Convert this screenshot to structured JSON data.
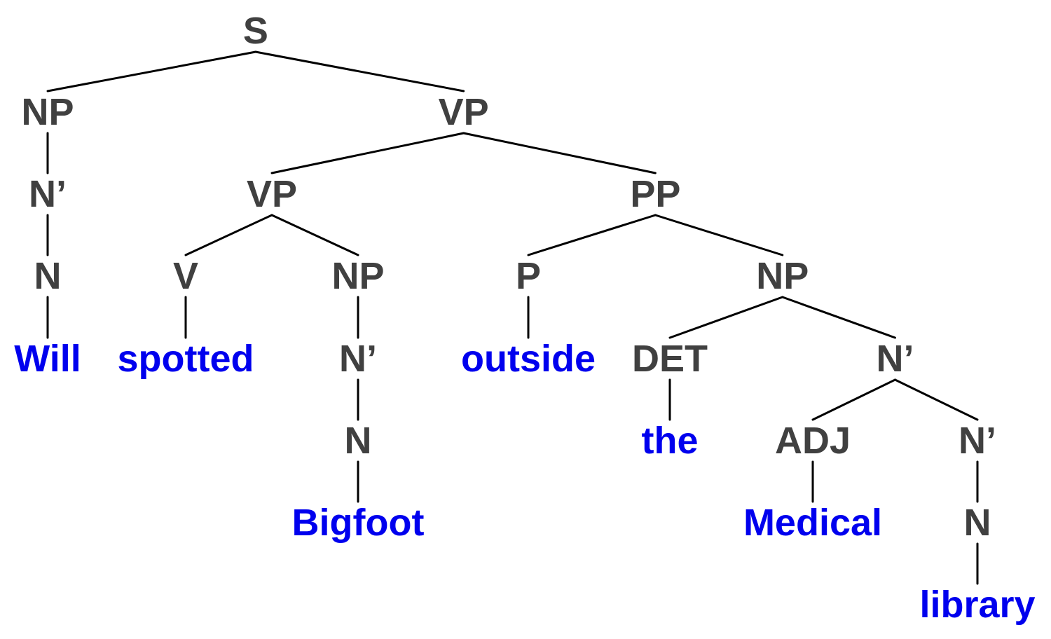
{
  "colors": {
    "category": "#404040",
    "word": "#0000ee",
    "edge": "#000000"
  },
  "tree": {
    "label": "S",
    "kind": "category",
    "children": [
      {
        "label": "NP",
        "kind": "category",
        "children": [
          {
            "label": "N’",
            "kind": "category",
            "children": [
              {
                "label": "N",
                "kind": "category",
                "children": [
                  {
                    "label": "Will",
                    "kind": "word"
                  }
                ]
              }
            ]
          }
        ]
      },
      {
        "label": "VP",
        "kind": "category",
        "children": [
          {
            "label": "VP",
            "kind": "category",
            "children": [
              {
                "label": "V",
                "kind": "category",
                "children": [
                  {
                    "label": "spotted",
                    "kind": "word"
                  }
                ]
              },
              {
                "label": "NP",
                "kind": "category",
                "children": [
                  {
                    "label": "N’",
                    "kind": "category",
                    "children": [
                      {
                        "label": "N",
                        "kind": "category",
                        "children": [
                          {
                            "label": "Bigfoot",
                            "kind": "word"
                          }
                        ]
                      }
                    ]
                  }
                ]
              }
            ]
          },
          {
            "label": "PP",
            "kind": "category",
            "children": [
              {
                "label": "P",
                "kind": "category",
                "children": [
                  {
                    "label": "outside",
                    "kind": "word"
                  }
                ]
              },
              {
                "label": "NP",
                "kind": "category",
                "children": [
                  {
                    "label": "DET",
                    "kind": "category",
                    "children": [
                      {
                        "label": "the",
                        "kind": "word"
                      }
                    ]
                  },
                  {
                    "label": "N’",
                    "kind": "category",
                    "children": [
                      {
                        "label": "ADJ",
                        "kind": "category",
                        "children": [
                          {
                            "label": "Medical",
                            "kind": "word"
                          }
                        ]
                      },
                      {
                        "label": "N’",
                        "kind": "category",
                        "children": [
                          {
                            "label": "N",
                            "kind": "category",
                            "children": [
                              {
                                "label": "library",
                                "kind": "word"
                              }
                            ]
                          }
                        ]
                      }
                    ]
                  }
                ]
              }
            ]
          }
        ]
      }
    ]
  }
}
